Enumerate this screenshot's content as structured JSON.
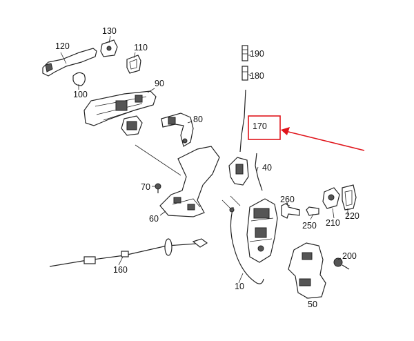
{
  "callouts": [
    {
      "id": "10",
      "label": "10"
    },
    {
      "id": "40",
      "label": "40"
    },
    {
      "id": "50",
      "label": "50"
    },
    {
      "id": "60",
      "label": "60"
    },
    {
      "id": "70",
      "label": "70"
    },
    {
      "id": "80",
      "label": "80"
    },
    {
      "id": "90",
      "label": "90"
    },
    {
      "id": "100",
      "label": "100"
    },
    {
      "id": "110",
      "label": "110"
    },
    {
      "id": "120",
      "label": "120"
    },
    {
      "id": "130",
      "label": "130"
    },
    {
      "id": "160",
      "label": "160"
    },
    {
      "id": "170",
      "label": "170"
    },
    {
      "id": "180",
      "label": "180"
    },
    {
      "id": "190",
      "label": "190"
    },
    {
      "id": "200",
      "label": "200"
    },
    {
      "id": "210",
      "label": "210"
    },
    {
      "id": "220",
      "label": "220"
    },
    {
      "id": "250",
      "label": "250"
    },
    {
      "id": "260",
      "label": "260"
    }
  ],
  "highlight": {
    "part": "170",
    "color": "#e0141b"
  },
  "colors": {
    "line": "#222222",
    "background": "#ffffff"
  }
}
